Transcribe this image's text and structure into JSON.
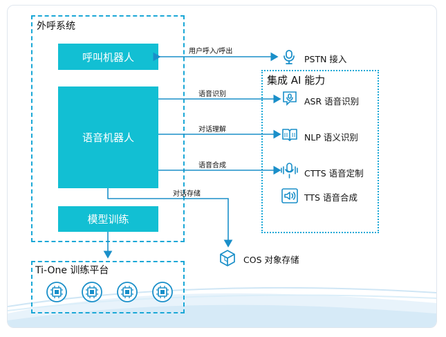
{
  "outbound_system": {
    "title": "外呼系统"
  },
  "blocks": {
    "call_robot": "呼叫机器人",
    "voice_robot": "语音机器人",
    "model_training": "模型训练"
  },
  "ai_group": {
    "title": "集成 AI 能力"
  },
  "tione_group": {
    "title": "Ti-One 训练平台"
  },
  "services": {
    "pstn": "PSTN 接入",
    "asr": "ASR 语音识别",
    "nlp": "NLP 语义识别",
    "ctts": "CTTS 语音定制",
    "tts": "TTS 语音合成",
    "cos": "COS 对象存储"
  },
  "edges": {
    "user_call": "用户呼入/呼出",
    "speech_recognition": "语音识别",
    "dialog_understanding": "对话理解",
    "speech_synthesis": "语音合成",
    "dialog_storage": "对话存储"
  },
  "icons": {
    "pstn": "microphone-icon",
    "asr": "voice-recognition-icon",
    "nlp": "book-icon",
    "ctts": "microphone-waveform-icon",
    "tts": "speaker-icon",
    "cos": "cube-icon",
    "chips": [
      "chip-icon",
      "chip-icon",
      "chip-icon",
      "chip-icon"
    ]
  },
  "colors": {
    "accent": "#12bfd3",
    "border": "#1aa7d6",
    "line": "#1a8fc9"
  }
}
